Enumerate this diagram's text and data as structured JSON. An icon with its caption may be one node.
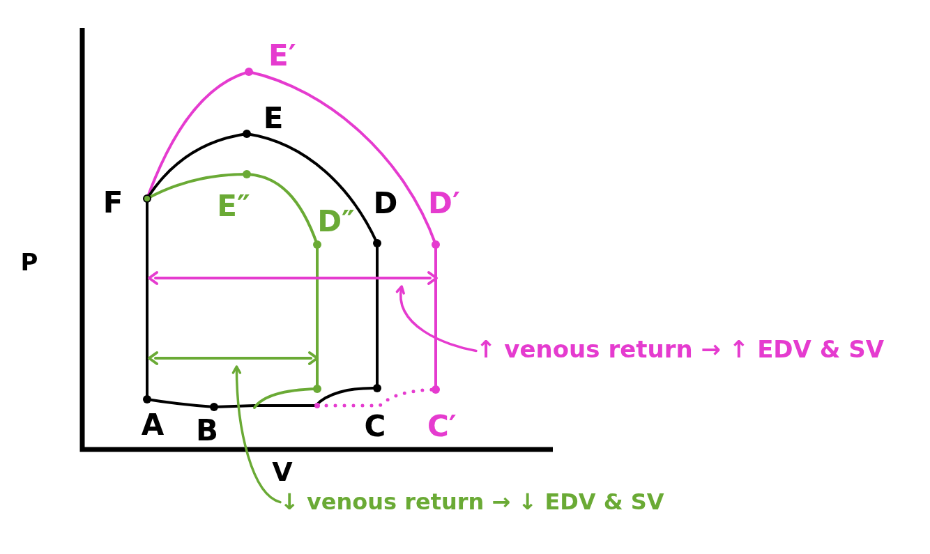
{
  "diagram": {
    "nodes": [
      {
        "text": [],
        "shape": "arrow"
      },
      {
        "text": [
          "↑ venous return → ↑ EDV & SV"
        ]
      },
      {
        "text": [],
        "shape": "arrow"
      },
      {
        "text": [
          "↓ venous return → ↓ EDV & SV"
        ]
      }
    ],
    "edges": [
      {
        "from": 1,
        "to": 0,
        "arrow": "to",
        "color": "#e53bcf"
      },
      {
        "from": 3,
        "to": 2,
        "arrow": "to",
        "color": "#6aaa35"
      }
    ],
    "labels": [
      "E′",
      "E",
      "F",
      "E″",
      "D″",
      "D",
      "D′",
      "P",
      "A",
      "B",
      "C",
      "C′",
      "V"
    ]
  }
}
